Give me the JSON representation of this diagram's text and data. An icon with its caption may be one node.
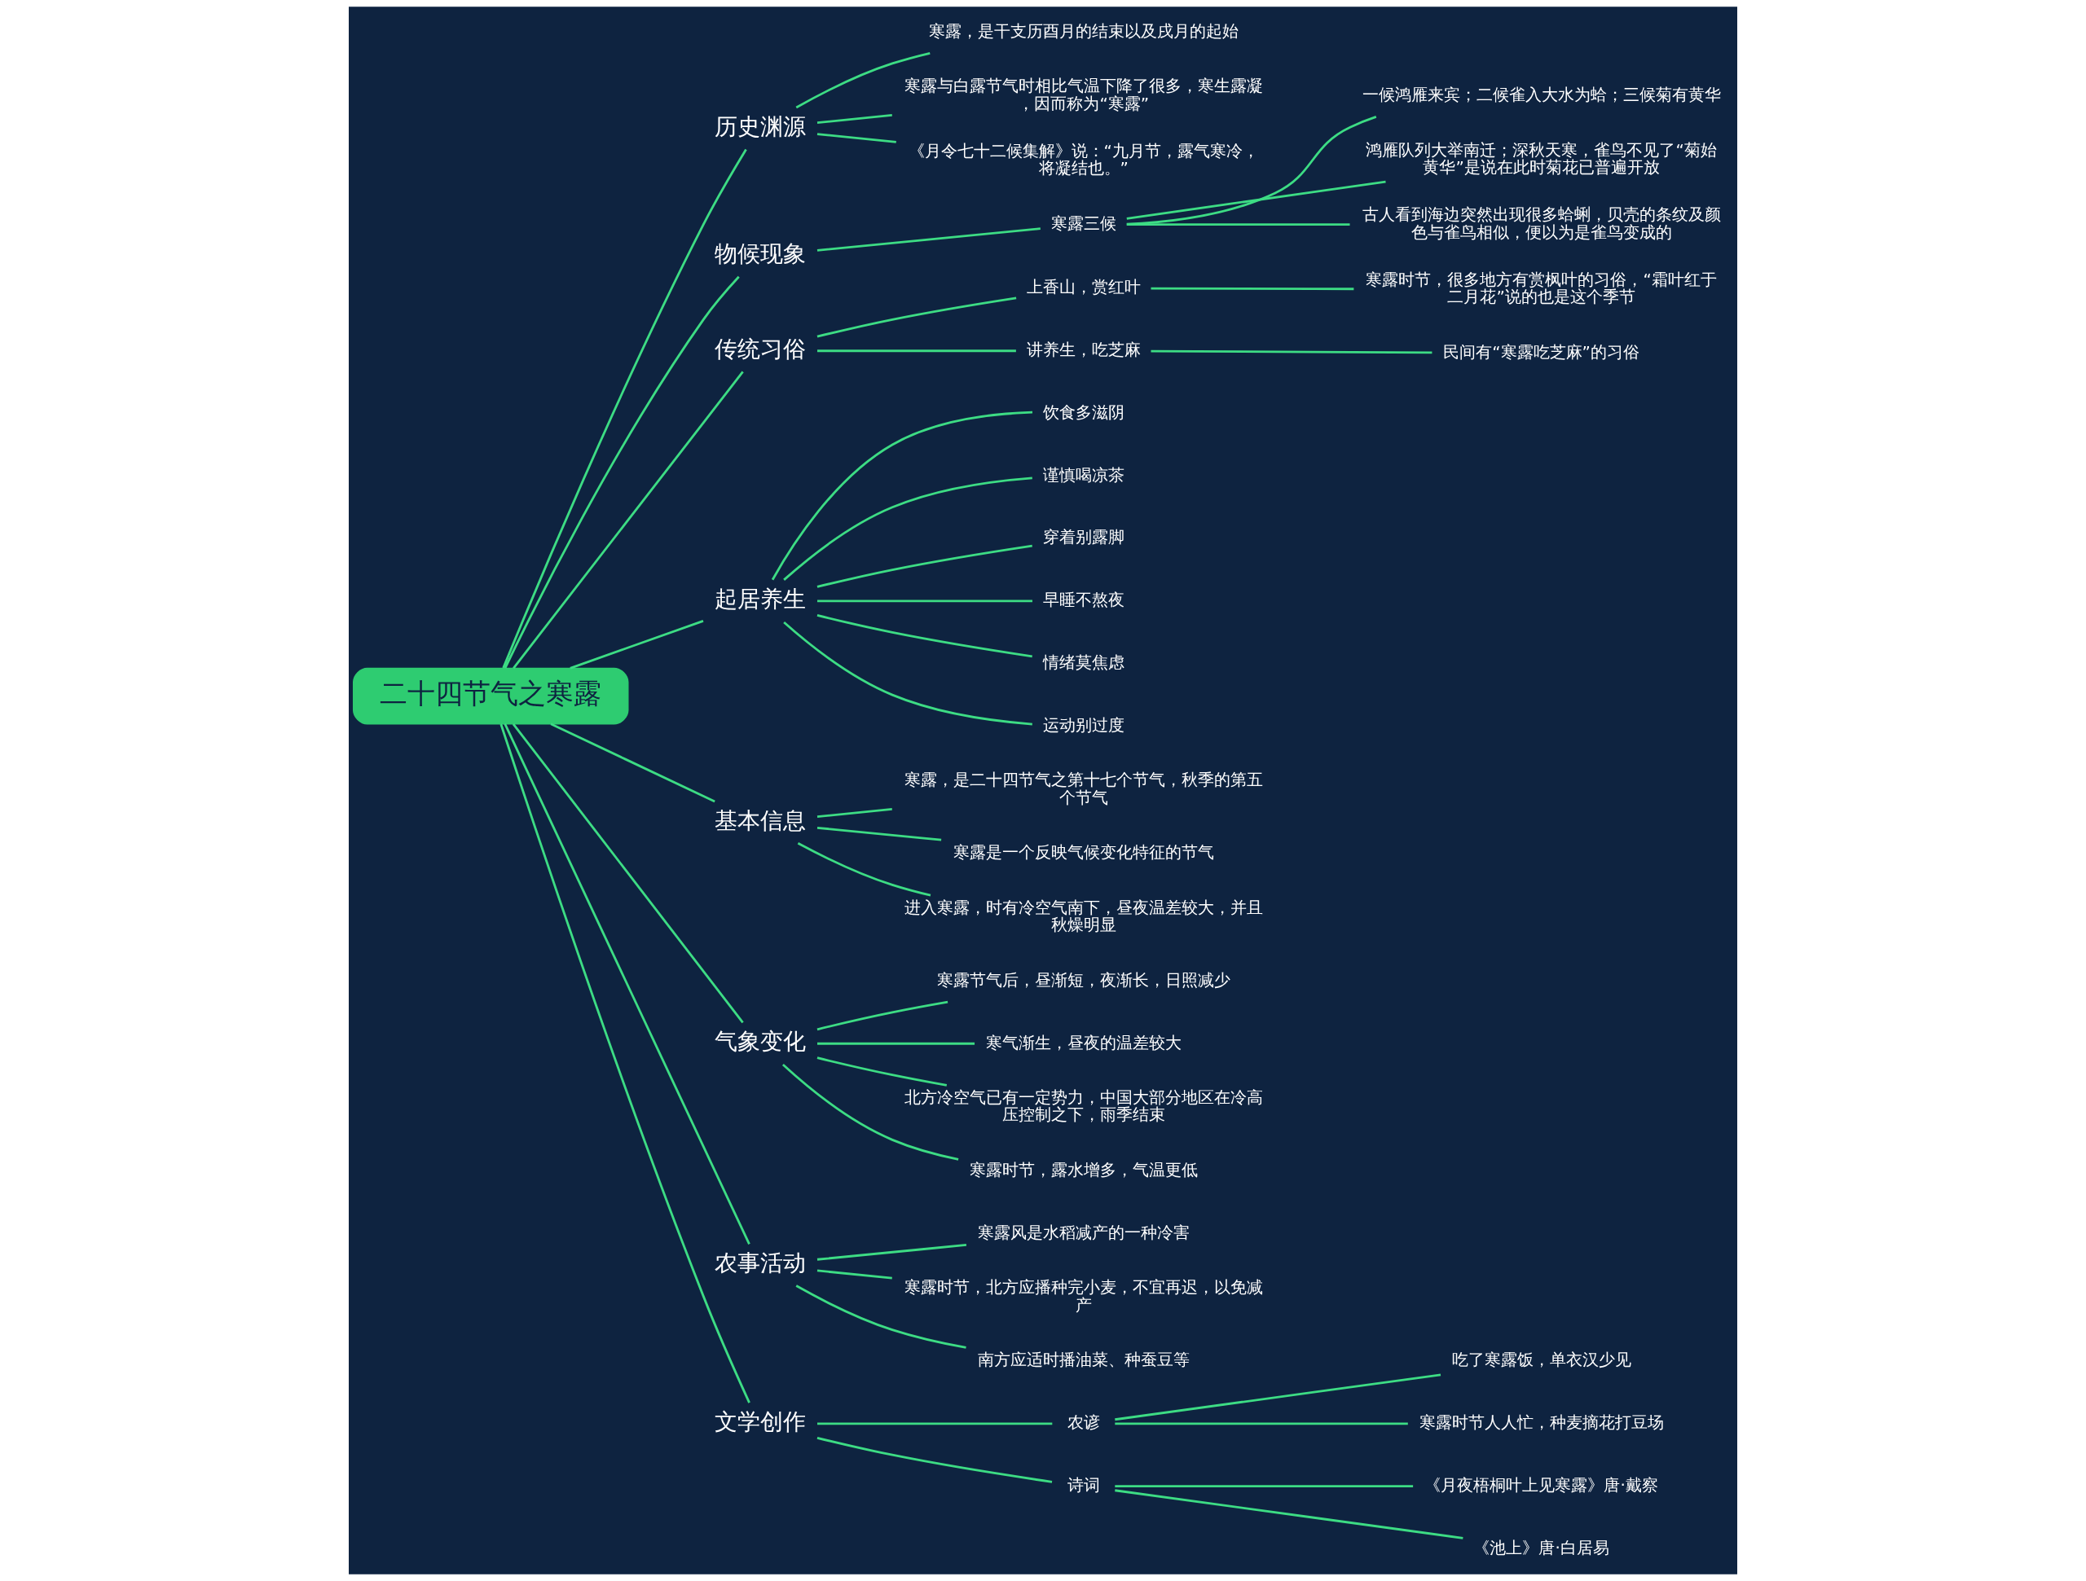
{
  "diagram": {
    "nodes": [
      {
        "text": [
          "二十四节气之寒露"
        ]
      },
      {
        "text": [
          "历史渊源"
        ]
      },
      {
        "text": [
          "寒露，是干支历酉月的结束以及戌月的起始"
        ]
      },
      {
        "text": [
          "寒露与白露节气时相比气温下降了很多，寒生露凝，因而称为“寒露”"
        ]
      },
      {
        "text": [
          "《月令七十二候集解》说：“九月节，露气寒冷，将凝结也。”"
        ]
      },
      {
        "text": [
          "物候现象"
        ]
      },
      {
        "text": [
          "寒露三候"
        ]
      },
      {
        "text": [
          "一候鸿雁来宾；二候雀入大水为蛤；三候菊有黄华"
        ]
      },
      {
        "text": [
          "鸿雁队列大举南迁；深秋天寒，雀鸟不见了“菊始黄华”是说在此时菊花已普遍开放"
        ]
      },
      {
        "text": [
          "古人看到海边突然出现很多蛤蜊，贝壳的条纹及颜色与雀鸟相似，便以为是雀鸟变成的"
        ]
      },
      {
        "text": [
          "传统习俗"
        ]
      },
      {
        "text": [
          "上香山，赏红叶"
        ]
      },
      {
        "text": [
          "寒露时节，很多地方有赏枫叶的习俗，“霜叶红于二月花”说的也是这个季节"
        ]
      },
      {
        "text": [
          "讲养生，吃芝麻"
        ]
      },
      {
        "text": [
          "民间有“寒露吃芝麻”的习俗"
        ]
      },
      {
        "text": [
          "起居养生"
        ]
      },
      {
        "text": [
          "饮食多滋阴"
        ]
      },
      {
        "text": [
          "谨慎喝凉茶"
        ]
      },
      {
        "text": [
          "穿着别露脚"
        ]
      },
      {
        "text": [
          "早睡不熬夜"
        ]
      },
      {
        "text": [
          "情绪莫焦虑"
        ]
      },
      {
        "text": [
          "运动别过度"
        ]
      },
      {
        "text": [
          "基本信息"
        ]
      },
      {
        "text": [
          "寒露，是二十四节气之第十七个节气，秋季的第五个节气"
        ]
      },
      {
        "text": [
          "寒露是一个反映气候变化特征的节气"
        ]
      },
      {
        "text": [
          "进入寒露，时有冷空气南下，昼夜温差较大，并且秋燥明显"
        ]
      },
      {
        "text": [
          "气象变化"
        ]
      },
      {
        "text": [
          "寒露节气后，昼渐短，夜渐长，日照减少"
        ]
      },
      {
        "text": [
          "寒气渐生，昼夜的温差较大"
        ]
      },
      {
        "text": [
          "北方冷空气已有一定势力，中国大部分地区在冷高压控制之下，雨季结束"
        ]
      },
      {
        "text": [
          "寒露时节，露水增多，气温更低"
        ]
      },
      {
        "text": [
          "农事活动"
        ]
      },
      {
        "text": [
          "寒露风是水稻减产的一种冷害"
        ]
      },
      {
        "text": [
          "寒露时节，北方应播种完小麦，不宜再迟，以免减产"
        ]
      },
      {
        "text": [
          "南方应适时播油菜、种蚕豆等"
        ]
      },
      {
        "text": [
          "文学创作"
        ]
      },
      {
        "text": [
          "农谚"
        ]
      },
      {
        "text": [
          "吃了寒露饭，单衣汉少见"
        ]
      },
      {
        "text": [
          "寒露时节人人忙，种麦摘花打豆场"
        ]
      },
      {
        "text": [
          "诗词"
        ]
      },
      {
        "text": [
          "《月夜梧桐叶上见寒露》唐·戴察"
        ]
      },
      {
        "text": [
          "《池上》唐·白居易"
        ]
      }
    ],
    "edges": [
      {
        "from": 0,
        "to": 1,
        "arrow": "none"
      },
      {
        "from": 1,
        "to": 2,
        "arrow": "none"
      },
      {
        "from": 1,
        "to": 3,
        "arrow": "none"
      },
      {
        "from": 1,
        "to": 4,
        "arrow": "none"
      },
      {
        "from": 0,
        "to": 5,
        "arrow": "none"
      },
      {
        "from": 5,
        "to": 6,
        "arrow": "none"
      },
      {
        "from": 6,
        "to": 7,
        "arrow": "none"
      },
      {
        "from": 6,
        "to": 8,
        "arrow": "none"
      },
      {
        "from": 6,
        "to": 9,
        "arrow": "none"
      },
      {
        "from": 0,
        "to": 10,
        "arrow": "none"
      },
      {
        "from": 10,
        "to": 11,
        "arrow": "none"
      },
      {
        "from": 11,
        "to": 12,
        "arrow": "none"
      },
      {
        "from": 10,
        "to": 13,
        "arrow": "none"
      },
      {
        "from": 13,
        "to": 14,
        "arrow": "none"
      },
      {
        "from": 0,
        "to": 15,
        "arrow": "none"
      },
      {
        "from": 15,
        "to": 16,
        "arrow": "none"
      },
      {
        "from": 15,
        "to": 17,
        "arrow": "none"
      },
      {
        "from": 15,
        "to": 18,
        "arrow": "none"
      },
      {
        "from": 15,
        "to": 19,
        "arrow": "none"
      },
      {
        "from": 15,
        "to": 20,
        "arrow": "none"
      },
      {
        "from": 15,
        "to": 21,
        "arrow": "none"
      },
      {
        "from": 0,
        "to": 22,
        "arrow": "none"
      },
      {
        "from": 22,
        "to": 23,
        "arrow": "none"
      },
      {
        "from": 22,
        "to": 24,
        "arrow": "none"
      },
      {
        "from": 22,
        "to": 25,
        "arrow": "none"
      },
      {
        "from": 0,
        "to": 26,
        "arrow": "none"
      },
      {
        "from": 26,
        "to": 27,
        "arrow": "none"
      },
      {
        "from": 26,
        "to": 28,
        "arrow": "none"
      },
      {
        "from": 26,
        "to": 29,
        "arrow": "none"
      },
      {
        "from": 26,
        "to": 30,
        "arrow": "none"
      },
      {
        "from": 0,
        "to": 31,
        "arrow": "none"
      },
      {
        "from": 31,
        "to": 32,
        "arrow": "none"
      },
      {
        "from": 31,
        "to": 33,
        "arrow": "none"
      },
      {
        "from": 31,
        "to": 34,
        "arrow": "none"
      },
      {
        "from": 0,
        "to": 35,
        "arrow": "none"
      },
      {
        "from": 35,
        "to": 36,
        "arrow": "none"
      },
      {
        "from": 36,
        "to": 37,
        "arrow": "none"
      },
      {
        "from": 36,
        "to": 38,
        "arrow": "none"
      },
      {
        "from": 35,
        "to": 39,
        "arrow": "none"
      },
      {
        "from": 39,
        "to": 40,
        "arrow": "none"
      },
      {
        "from": 39,
        "to": 41,
        "arrow": "none"
      }
    ]
  }
}
